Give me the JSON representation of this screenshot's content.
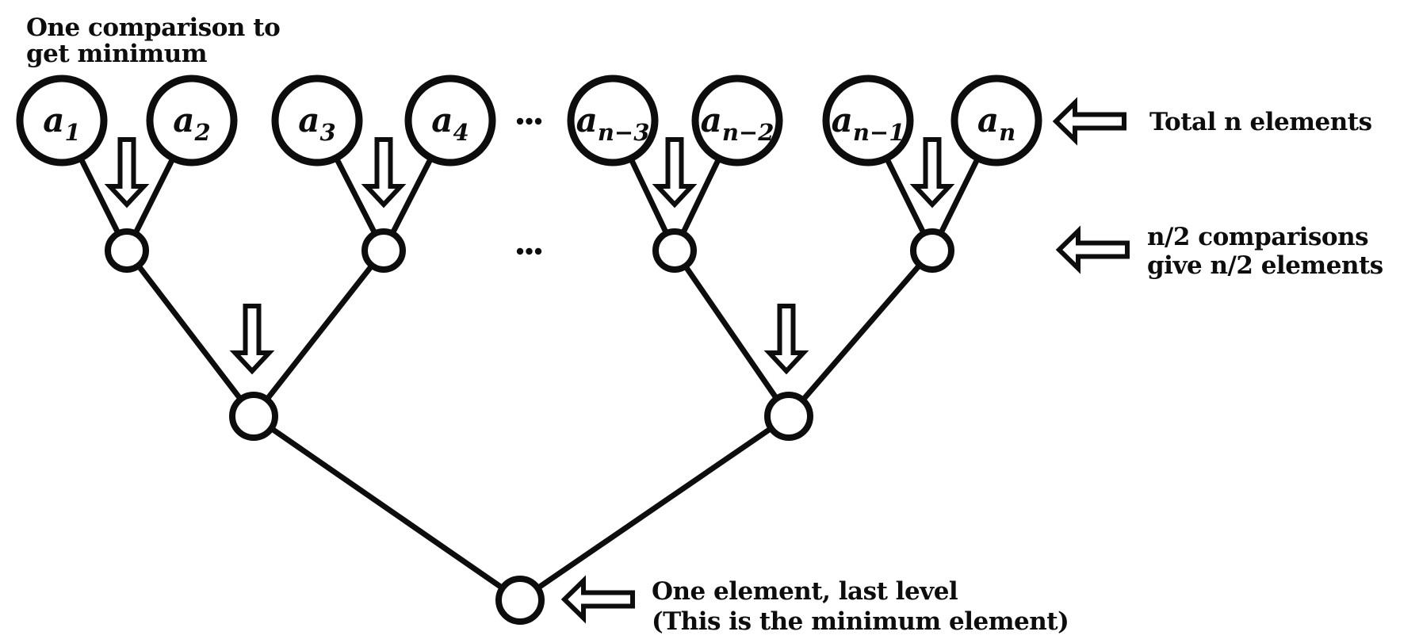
{
  "colors": {
    "ink": "#0d0d0d",
    "background": "#ffffff"
  },
  "notes": {
    "top_left": {
      "line1": "One comparison to",
      "line2": "get minimum"
    },
    "total_elements": "Total n elements",
    "half_comparisons": {
      "line1": "n/2 comparisons",
      "line2": "give n/2 elements"
    },
    "last_level": {
      "line1": "One element, last level",
      "line2": "(This is the minimum element)"
    }
  },
  "tree": {
    "leaves": [
      {
        "base": "a",
        "sub": "1"
      },
      {
        "base": "a",
        "sub": "2"
      },
      {
        "base": "a",
        "sub": "3"
      },
      {
        "base": "a",
        "sub": "4"
      },
      {
        "base": "a",
        "sub": "n−3"
      },
      {
        "base": "a",
        "sub": "n−2"
      },
      {
        "base": "a",
        "sub": "n−1"
      },
      {
        "base": "a",
        "sub": "n"
      }
    ]
  }
}
